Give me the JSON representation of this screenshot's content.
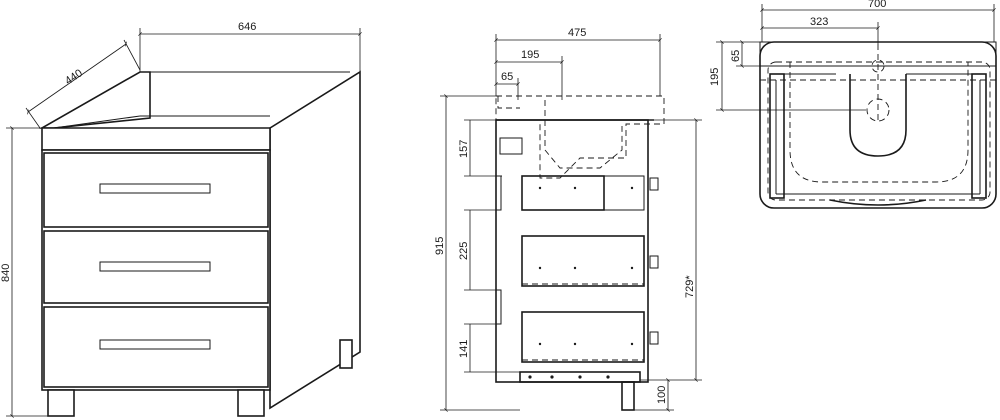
{
  "views": {
    "iso": {
      "width_label": "646",
      "depth_label": "440",
      "height_label": "840"
    },
    "side": {
      "depth_label": "475",
      "basin_label": "195",
      "drain_label": "65",
      "total_height_label": "915",
      "drawer1_label": "157",
      "drawer2_label": "225",
      "drawer3_label": "141",
      "body_height_label": "729*",
      "leg_label": "100"
    },
    "top": {
      "width_label": "700",
      "center_label": "323",
      "depth_label": "195",
      "offset_label": "65"
    }
  }
}
